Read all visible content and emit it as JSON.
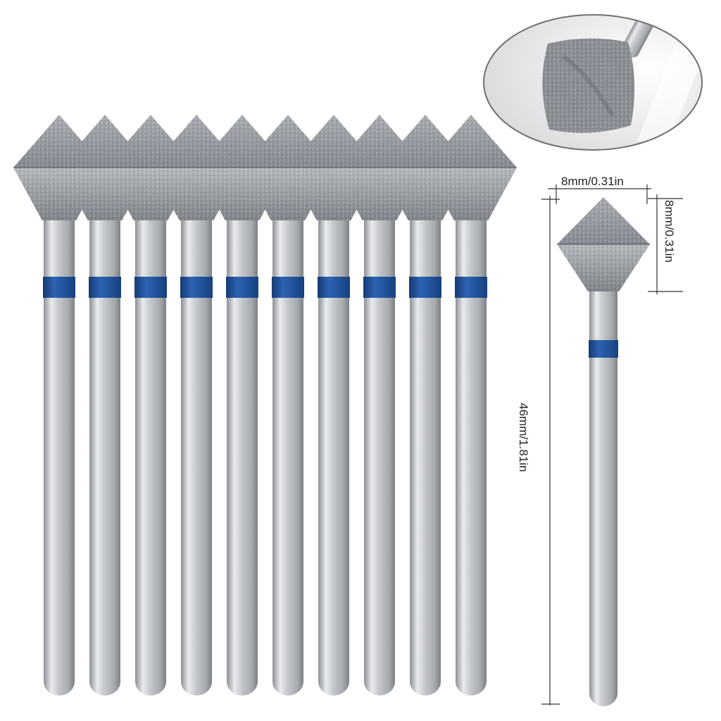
{
  "product": {
    "bur_count": 10,
    "band_color": "#1f4f9a",
    "steel_color": "#c9ccd0",
    "diamond_color": "#9a9da3"
  },
  "dimensions": {
    "head_width": "8mm/0.31in",
    "head_height": "8mm/0.31in",
    "total_length": "46mm/1.81in"
  },
  "detail_inset": {
    "shape": "ellipse",
    "subject": "diamond-head-closeup"
  }
}
